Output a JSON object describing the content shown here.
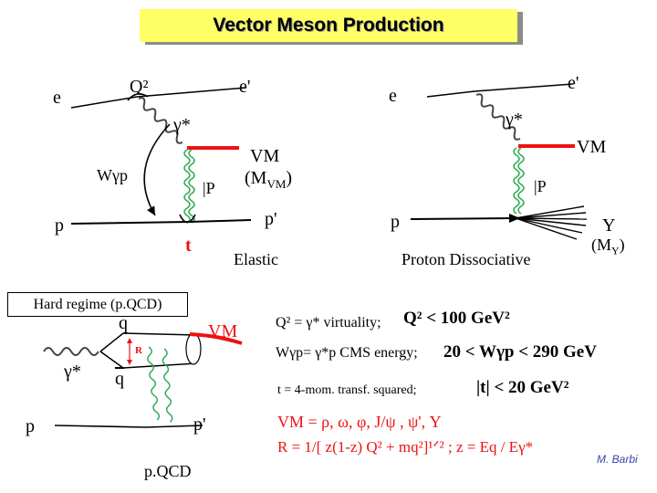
{
  "title": "Vector Meson Production",
  "elastic": {
    "e_in": "e",
    "e_out": "e'",
    "q2": "Q²",
    "photon": "γ*",
    "wgp": "Wγp",
    "pomeron": "|P",
    "vm": "VM",
    "mvm": "(M",
    "mvm_sub": "VM",
    "mvm_close": ")",
    "p_in": "p",
    "p_out": "p'",
    "t": "t",
    "caption": "Elastic"
  },
  "dissociative": {
    "e_in": "e",
    "e_out": "e'",
    "photon": "γ*",
    "vm": "VM",
    "pomeron": "|P",
    "p_in": "p",
    "y": "Y",
    "my": "(M",
    "my_sub": "Y",
    "my_close": ")",
    "caption": "Proton Dissociative"
  },
  "hard": {
    "box_label": "Hard regime (p.QCD)",
    "q": "q",
    "qbar": "q",
    "r": "R",
    "vm": "VM",
    "photon": "γ*",
    "p_in": "p",
    "p_out": "p'",
    "caption": "p.QCD"
  },
  "formulas": {
    "line1_small": "Q² =  γ* virtuality;",
    "line1_big": "Q² < 100 GeV²",
    "line2_small": "Wγp=  γ*p  CMS energy;",
    "line2_big": "20 < Wγp < 290 GeV",
    "line3_small": "t =  4-mom. transf.  squared;",
    "line3_big": "|t| < 20 GeV²",
    "line4": "VM = ρ,  ω,  φ,  J/ψ ,  ψ', Y",
    "line5": "R = 1/[ z(1-z) Q² + mq²]¹ᐟ² ;  z = Eq / Eγ*"
  },
  "author": "M. Barbi",
  "colors": {
    "title_bg": "#ffff66",
    "vm_line": "#ee1111",
    "gluon": "#33aa55",
    "photon": "#444444"
  }
}
